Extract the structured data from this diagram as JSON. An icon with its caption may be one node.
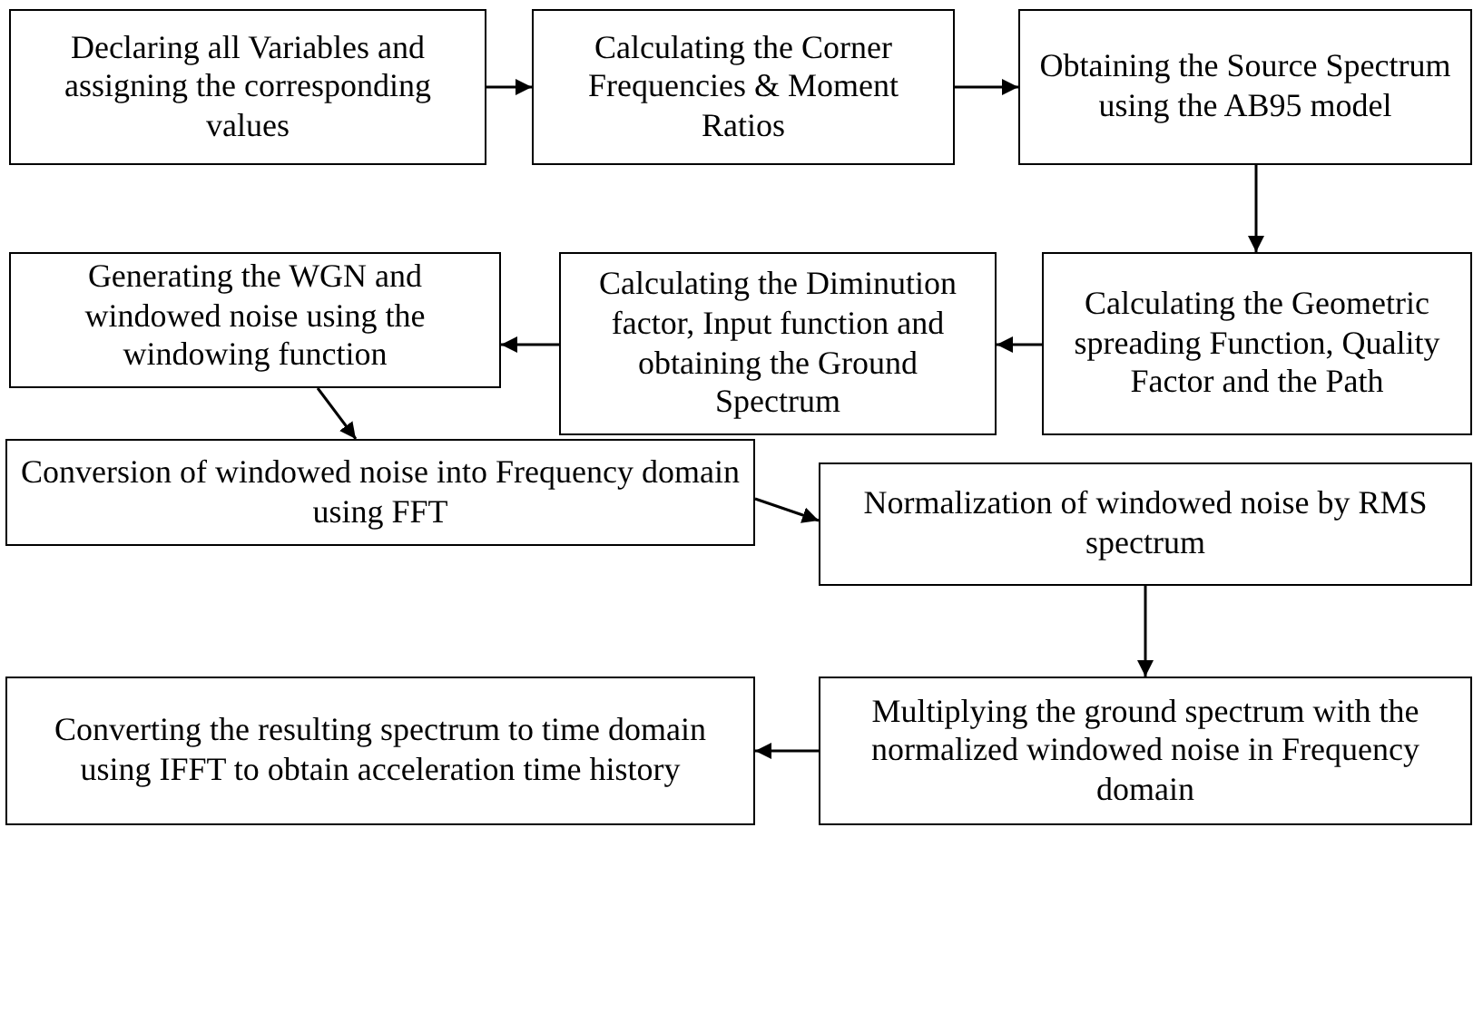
{
  "diagram": {
    "nodes": [
      {
        "text": [
          "Declaring all Variables and assigning the corresponding values"
        ]
      },
      {
        "text": [
          "Calculating the Corner Frequencies & Moment Ratios"
        ]
      },
      {
        "text": [
          "Obtaining the Source Spectrum using the AB95 model"
        ]
      },
      {
        "text": [
          "Calculating the Geometric spreading Function, Quality Factor and the Path"
        ]
      },
      {
        "text": [
          "Calculating the Diminution factor, Input function and obtaining the Ground Spectrum"
        ]
      },
      {
        "text": [
          "Generating the WGN and windowed noise using the windowing function"
        ]
      },
      {
        "text": [
          "Conversion of windowed noise into Frequency domain using FFT"
        ]
      },
      {
        "text": [
          "Normalization of windowed noise by RMS spectrum"
        ]
      },
      {
        "text": [
          "Multiplying the ground spectrum with the normalized windowed noise in Frequency domain"
        ]
      },
      {
        "text": [
          "Converting the resulting spectrum to time domain using IFFT to obtain acceleration time history"
        ]
      }
    ],
    "edges": [
      {
        "from": 0,
        "to": 1,
        "arrow": "to"
      },
      {
        "from": 1,
        "to": 2,
        "arrow": "to"
      },
      {
        "from": 2,
        "to": 3,
        "arrow": "to"
      },
      {
        "from": 3,
        "to": 4,
        "arrow": "to"
      },
      {
        "from": 4,
        "to": 5,
        "arrow": "to"
      },
      {
        "from": 5,
        "to": 6,
        "arrow": "to"
      },
      {
        "from": 6,
        "to": 7,
        "arrow": "to"
      },
      {
        "from": 7,
        "to": 8,
        "arrow": "to"
      },
      {
        "from": 8,
        "to": 9,
        "arrow": "to"
      }
    ]
  }
}
